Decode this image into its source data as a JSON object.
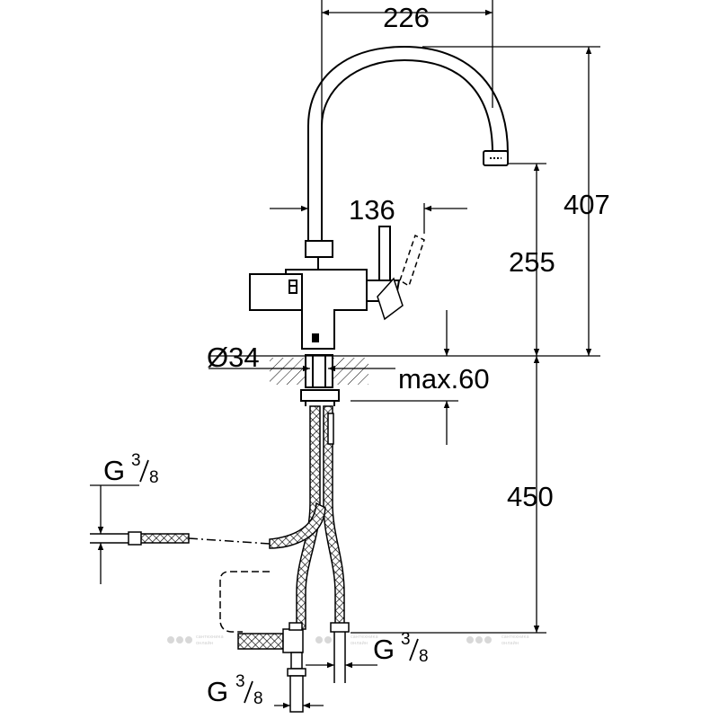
{
  "dimensions": {
    "spout_reach": "226",
    "height_total": "407",
    "handle_offset": "136",
    "height_to_outlet": "255",
    "base_diameter": "Ø34",
    "max_thickness": "max.60",
    "hose_length": "450"
  },
  "connections": {
    "left_label": "G",
    "left_num": "3",
    "left_den": "8",
    "bottom_right_label": "G",
    "bottom_right_num": "3",
    "bottom_right_den": "8",
    "bottom_label": "G",
    "bottom_num": "3",
    "bottom_den": "8"
  },
  "watermark": {
    "line1": "сантехника",
    "line2": "онлайн"
  },
  "colors": {
    "ink": "#000000",
    "hatch": "#000000",
    "watermark": "#d0d0d0"
  }
}
